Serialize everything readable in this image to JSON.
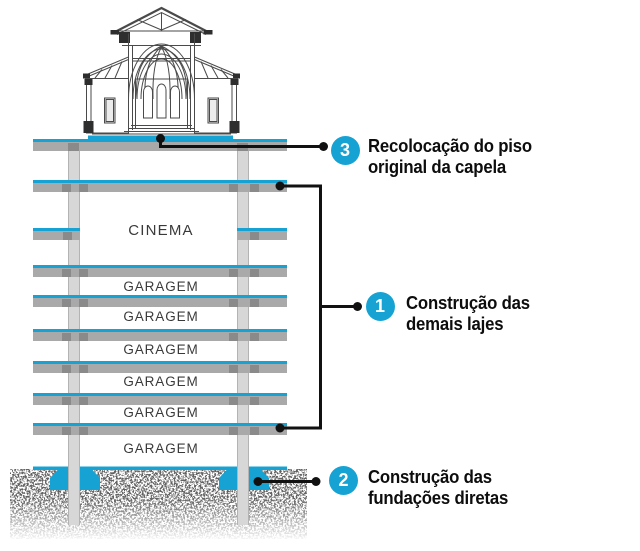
{
  "diagram_title": "chapel-underground-construction-section",
  "floors": {
    "cinema": "CINEMA",
    "garage": "GARAGEM"
  },
  "callouts": {
    "piso": {
      "number": "3",
      "lines": [
        "Recolocação do piso",
        "original da capela"
      ]
    },
    "lajes": {
      "number": "1",
      "lines": [
        "Construção das",
        "demais lajes"
      ]
    },
    "fundacoes": {
      "number": "2",
      "lines": [
        "Construção das",
        "fundações diretas"
      ]
    }
  },
  "colors": {
    "accent": "#16a3d4",
    "slab_gray": "#a9a9a9",
    "beam_dark": "#8a8a8a",
    "column_gray": "#d7d7d7",
    "line_black": "#111111",
    "text_dark": "#0d0d0d",
    "floor_text": "#3a3a3a"
  }
}
